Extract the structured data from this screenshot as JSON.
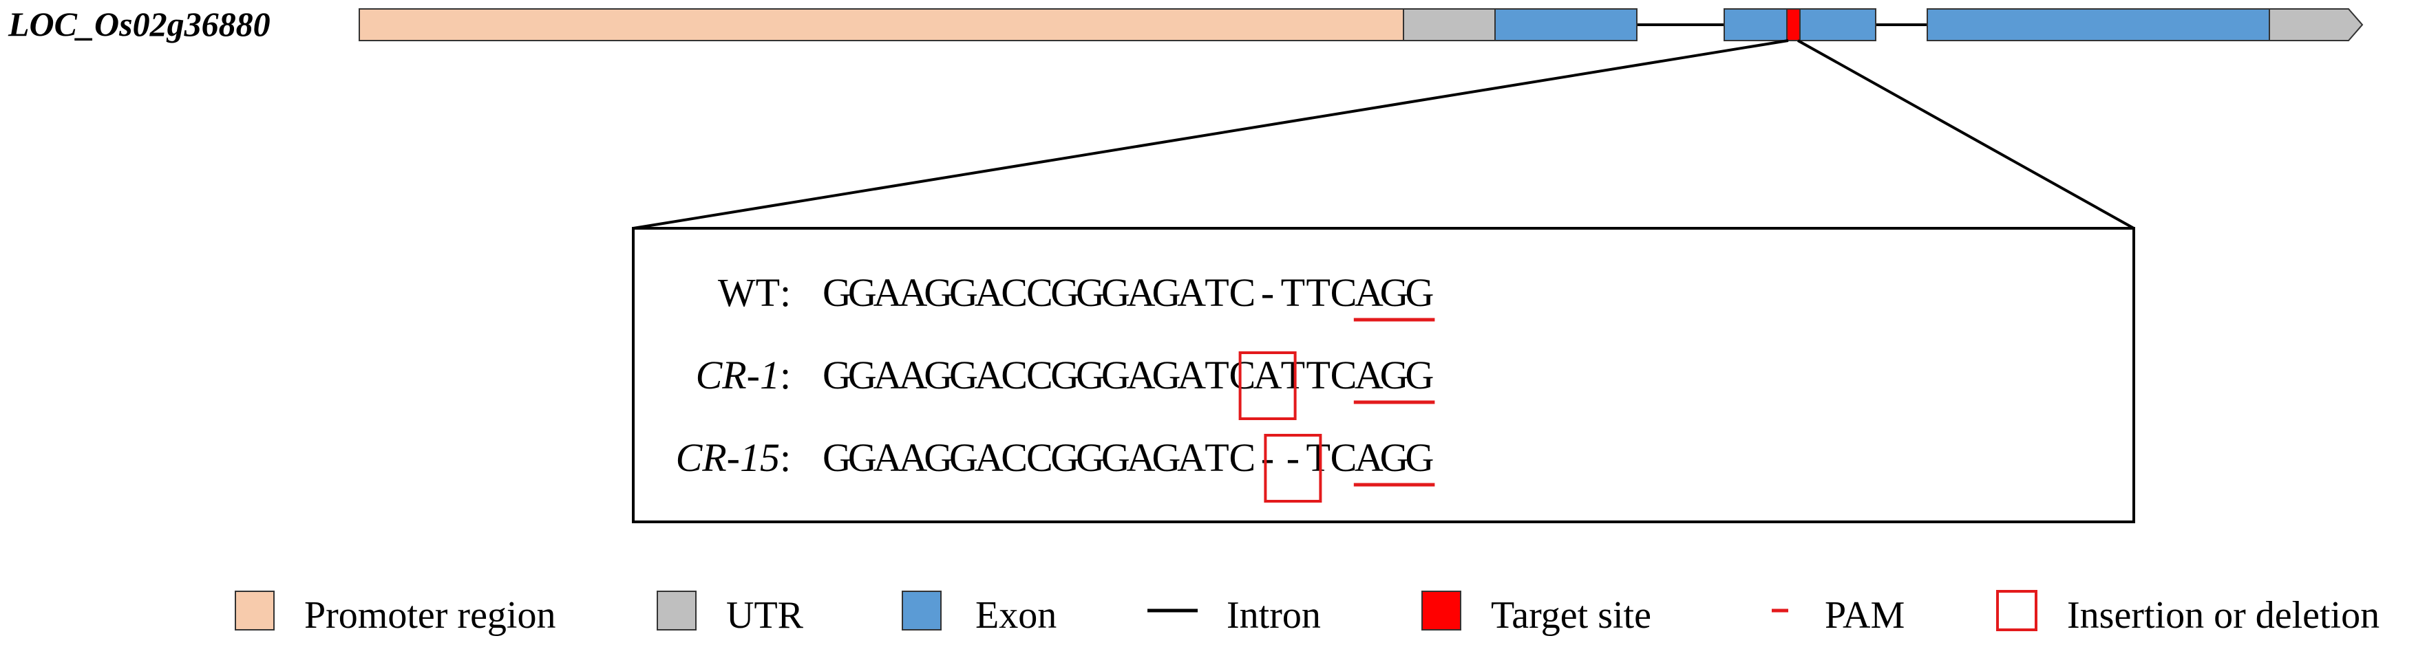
{
  "gene": {
    "name": "LOC_Os02g36880",
    "colors": {
      "promoter": "#F7CBAC",
      "utr": "#BFBFBF",
      "exon": "#5B9BD5",
      "intron": "#000000",
      "target": "#FF0000",
      "pam": "#E31A1C",
      "indel_box": "#E31A1C"
    }
  },
  "alignment": {
    "rows": [
      {
        "label_main": "WT",
        "label_suffix": ":",
        "italic": false,
        "bases": [
          "G",
          "G",
          "A",
          "A",
          "G",
          "G",
          "A",
          "C",
          "C",
          "G",
          "G",
          "G",
          "A",
          "G",
          "A",
          "T",
          "C",
          "-",
          "T",
          "T",
          "C",
          "A",
          "G",
          "G"
        ]
      },
      {
        "label_main": "CR-1",
        "label_suffix": ":",
        "italic": true,
        "bases": [
          "G",
          "G",
          "A",
          "A",
          "G",
          "G",
          "A",
          "C",
          "C",
          "G",
          "G",
          "G",
          "A",
          "G",
          "A",
          "T",
          "C",
          "A",
          "T",
          "T",
          "C",
          "A",
          "G",
          "G"
        ]
      },
      {
        "label_main": "CR-15",
        "label_suffix": ":",
        "italic": true,
        "bases": [
          "G",
          "G",
          "A",
          "A",
          "G",
          "G",
          "A",
          "C",
          "C",
          "G",
          "G",
          "G",
          "A",
          "G",
          "A",
          "T",
          "C",
          "-",
          "-",
          "T",
          "C",
          "A",
          "G",
          "G"
        ]
      }
    ]
  },
  "legend": {
    "items": [
      {
        "label": "Promoter region",
        "swatch": "promoter"
      },
      {
        "label": "UTR",
        "swatch": "utr"
      },
      {
        "label": "Exon",
        "swatch": "exon"
      },
      {
        "label": "Intron",
        "swatch": "intron"
      },
      {
        "label": "Target site",
        "swatch": "target"
      },
      {
        "label": "PAM",
        "swatch": "pam"
      },
      {
        "label": "Insertion or deletion",
        "swatch": "indel_box"
      }
    ]
  }
}
